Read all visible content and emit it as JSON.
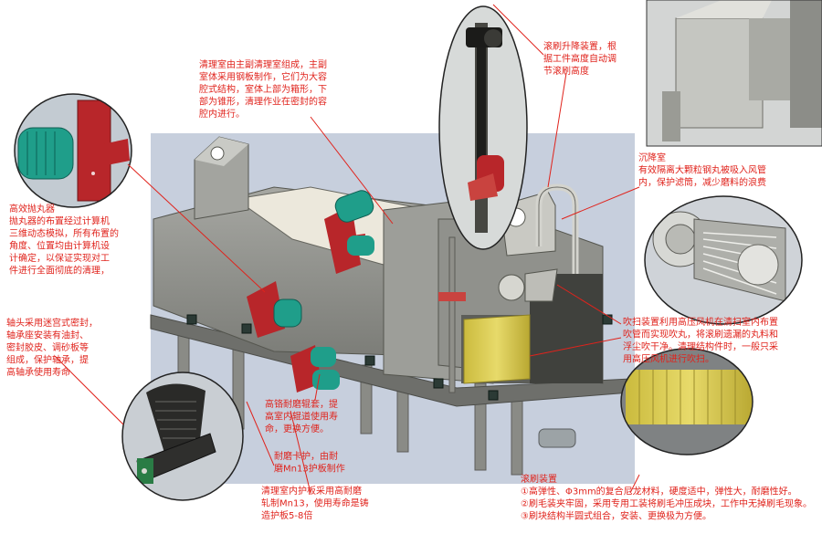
{
  "callouts": {
    "blast_wheel": {
      "lines": [
        "高效抛丸器",
        "抛丸器的布置经过计算机",
        "三维动态模拟，所有布置的",
        "角度、位置均由计算机设",
        "计确定，以保证实现对工",
        "件进行全面彻底的清理，"
      ]
    },
    "chamber": {
      "lines": [
        "清理室由主副清理室组成，主副",
        "室体采用钢板制作，它们为大容",
        "腔式结构，室体上部为箱形，下",
        "部为锥形，清理作业在密封的容",
        "腔内进行。"
      ]
    },
    "brush_lift": {
      "lines": [
        "滚刷升降装置，根",
        "据工件高度自动调",
        "节滚刷高度"
      ]
    },
    "settling": {
      "lines": [
        "沉降室",
        "有效隔离大颗粒钢丸被吸入风管",
        "内，保护滤筒，减少磨料的浪费"
      ]
    },
    "shaft_seal": {
      "lines": [
        "轴头采用迷宫式密封，",
        "轴承座安装有油封、",
        "密封胶皮、调砂板等",
        "组成，保护轴承，提",
        "高轴承使用寿命"
      ]
    },
    "blowing": {
      "lines": [
        "吹扫装置利用高压风机在清扫室内布置",
        "吹管而实现吹丸，将滚刷遗漏的丸料和",
        "浮尘吹干净。清理结构件时，一般只采",
        "用高压风机进行吹扫。"
      ]
    },
    "roller_sleeve": {
      "lines": [
        "高铬耐磨辊套，提",
        "高室内辊道使用寿",
        "命，更换方便。"
      ]
    },
    "clip_guard": {
      "lines": [
        "耐磨卡护，由耐",
        "磨Mn13护板制作"
      ]
    },
    "liner": {
      "lines": [
        "清理室内护板采用高耐磨",
        "轧制Mn13，使用寿命是铸",
        "造护板5-8倍"
      ]
    },
    "brush_device": {
      "lines": [
        "滚刷装置",
        "①高弹性、Φ3mm的复合尼龙材料，硬度适中，弹性大，耐磨性好。",
        "②刷毛装夹牢固，采用专用工装将刷毛冲压成块，工作中无掉刷毛现象。",
        "③刷块结构半圆式组合，安装、更换极为方便。"
      ]
    }
  },
  "colors": {
    "annotation_text": "#e0231c",
    "leader_line": "#e0231c",
    "machine_body": "#8e8f8a",
    "machine_light": "#b9bab4",
    "motor_green": "#1f9e8a",
    "reducer_red": "#b8262a",
    "brush_yellow": "#d8c94a",
    "backdrop": "#c7cfdd"
  }
}
